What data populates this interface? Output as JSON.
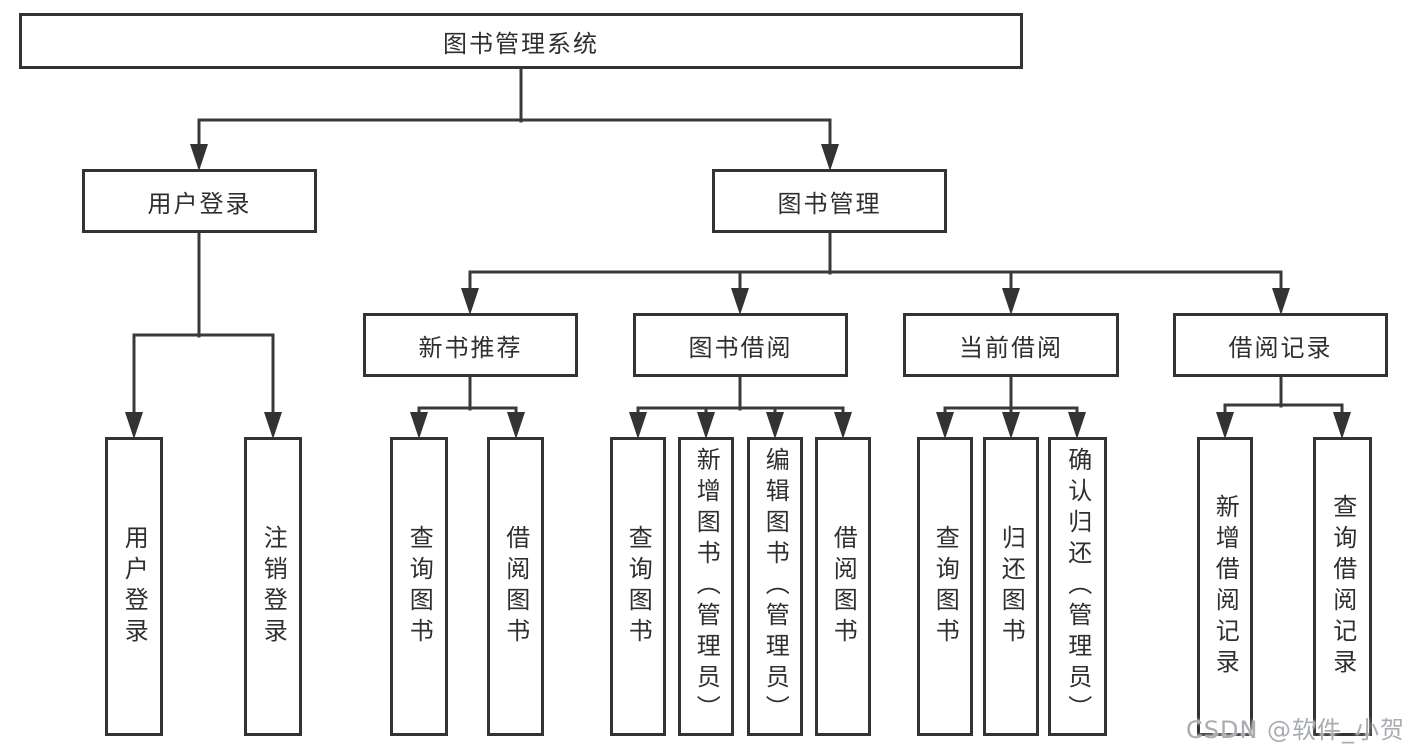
{
  "diagram": {
    "title": "图书管理系统",
    "user_login": {
      "label": "用户登录",
      "leaves": [
        "用户登录",
        "注销登录"
      ]
    },
    "book_management": {
      "label": "图书管理",
      "groups": [
        {
          "label": "新书推荐",
          "leaves": [
            "查询图书",
            "借阅图书"
          ]
        },
        {
          "label": "图书借阅",
          "leaves": [
            "查询图书",
            "新增图书（管理员）",
            "编辑图书（管理员）",
            "借阅图书"
          ]
        },
        {
          "label": "当前借阅",
          "leaves": [
            "查询图书",
            "归还图书",
            "确认归还（管理员）"
          ]
        },
        {
          "label": "借阅记录",
          "leaves": [
            "新增借阅记录",
            "查询借阅记录"
          ]
        }
      ]
    }
  },
  "watermark": "CSDN @软件_小贺同学",
  "colors": {
    "line": "#3a3a3a",
    "border": "#333333",
    "text": "#2f2f2f",
    "watermark": "#a9acb1"
  }
}
